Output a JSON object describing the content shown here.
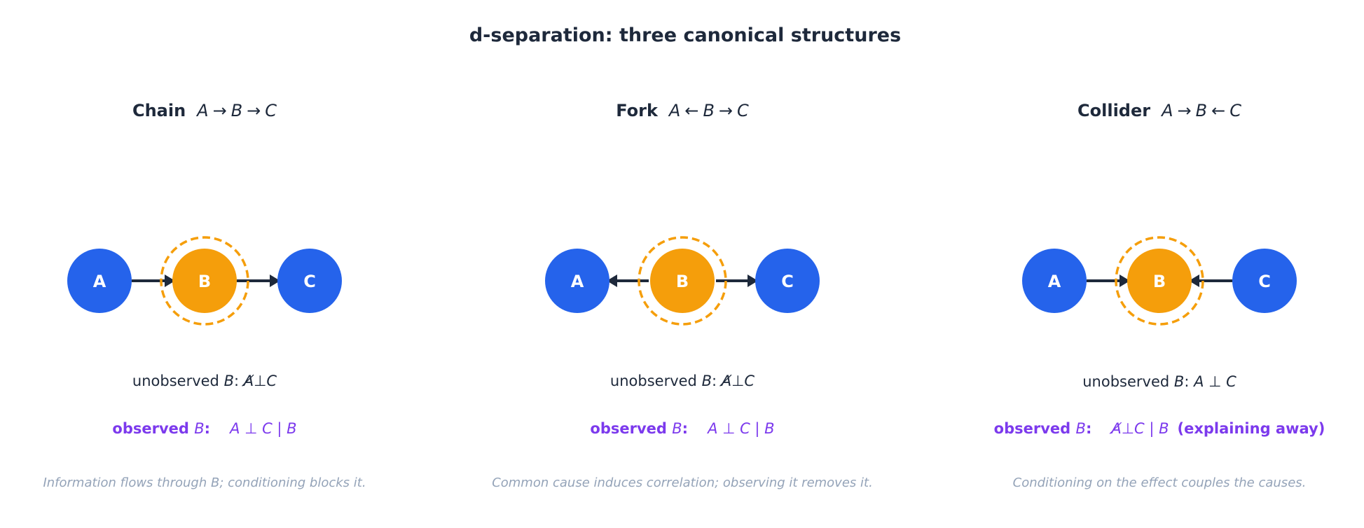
{
  "title": "d-separation: three canonical structures",
  "colors": {
    "node_blue": "#2563eb",
    "node_orange": "#f59e0b",
    "observed_purple": "#7c3aed",
    "text_dark": "#1e293b",
    "caption_gray": "#94a3b8"
  },
  "panels": [
    {
      "name": "Chain",
      "formula": {
        "a": "A",
        "op1": "→",
        "b": "B",
        "op2": "→",
        "c": "C"
      },
      "nodes": {
        "a": "A",
        "b": "B",
        "c": "C"
      },
      "edges": [
        "A→B",
        "B→C"
      ],
      "unobserved": {
        "label": "unobserved ",
        "var": "B",
        "colon": ":  ",
        "statement": "A̸⊥C"
      },
      "observed": {
        "label": "observed ",
        "var": "B",
        "colon": ":",
        "statement": "A ⊥ C | B",
        "note": ""
      },
      "caption": "Information flows through B; conditioning blocks it."
    },
    {
      "name": "Fork",
      "formula": {
        "a": "A",
        "op1": "←",
        "b": "B",
        "op2": "→",
        "c": "C"
      },
      "nodes": {
        "a": "A",
        "b": "B",
        "c": "C"
      },
      "edges": [
        "B→A",
        "B→C"
      ],
      "unobserved": {
        "label": "unobserved ",
        "var": "B",
        "colon": ":  ",
        "statement": "A̸⊥C"
      },
      "observed": {
        "label": "observed ",
        "var": "B",
        "colon": ":",
        "statement": "A ⊥ C | B",
        "note": ""
      },
      "caption": "Common cause induces correlation; observing it removes it."
    },
    {
      "name": "Collider",
      "formula": {
        "a": "A",
        "op1": "→",
        "b": "B",
        "op2": "←",
        "c": "C"
      },
      "nodes": {
        "a": "A",
        "b": "B",
        "c": "C"
      },
      "edges": [
        "A→B",
        "C→B"
      ],
      "unobserved": {
        "label": "unobserved ",
        "var": "B",
        "colon": ":  ",
        "statement": "A ⊥ C"
      },
      "observed": {
        "label": "observed ",
        "var": "B",
        "colon": ":",
        "statement": "A̸⊥C | B",
        "note": "(explaining away)"
      },
      "caption": "Conditioning on the effect couples the causes."
    }
  ]
}
